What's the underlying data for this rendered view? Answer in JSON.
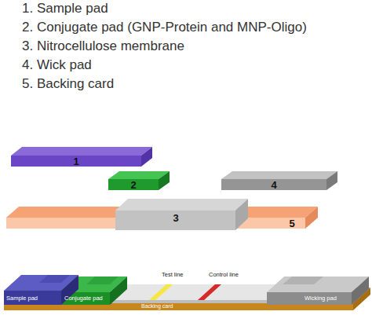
{
  "diagram": {
    "nodes": [
      {
        "text": [
          "1"
        ]
      },
      {
        "text": [
          "2"
        ]
      },
      {
        "text": [
          "4"
        ]
      },
      {
        "text": [
          "3"
        ]
      },
      {
        "text": [
          "5"
        ]
      }
    ],
    "labels": [
      "1. Sample pad",
      "2. Conjugate pad (GNP-Protein and MNP-Oligo)",
      "3. Nitrocellulose membrane",
      "4. Wick pad",
      "5. Backing card",
      "Test line",
      "Control line",
      "Sample pad",
      "Conjugate pad",
      "Wicking pad",
      "Backing card"
    ]
  }
}
